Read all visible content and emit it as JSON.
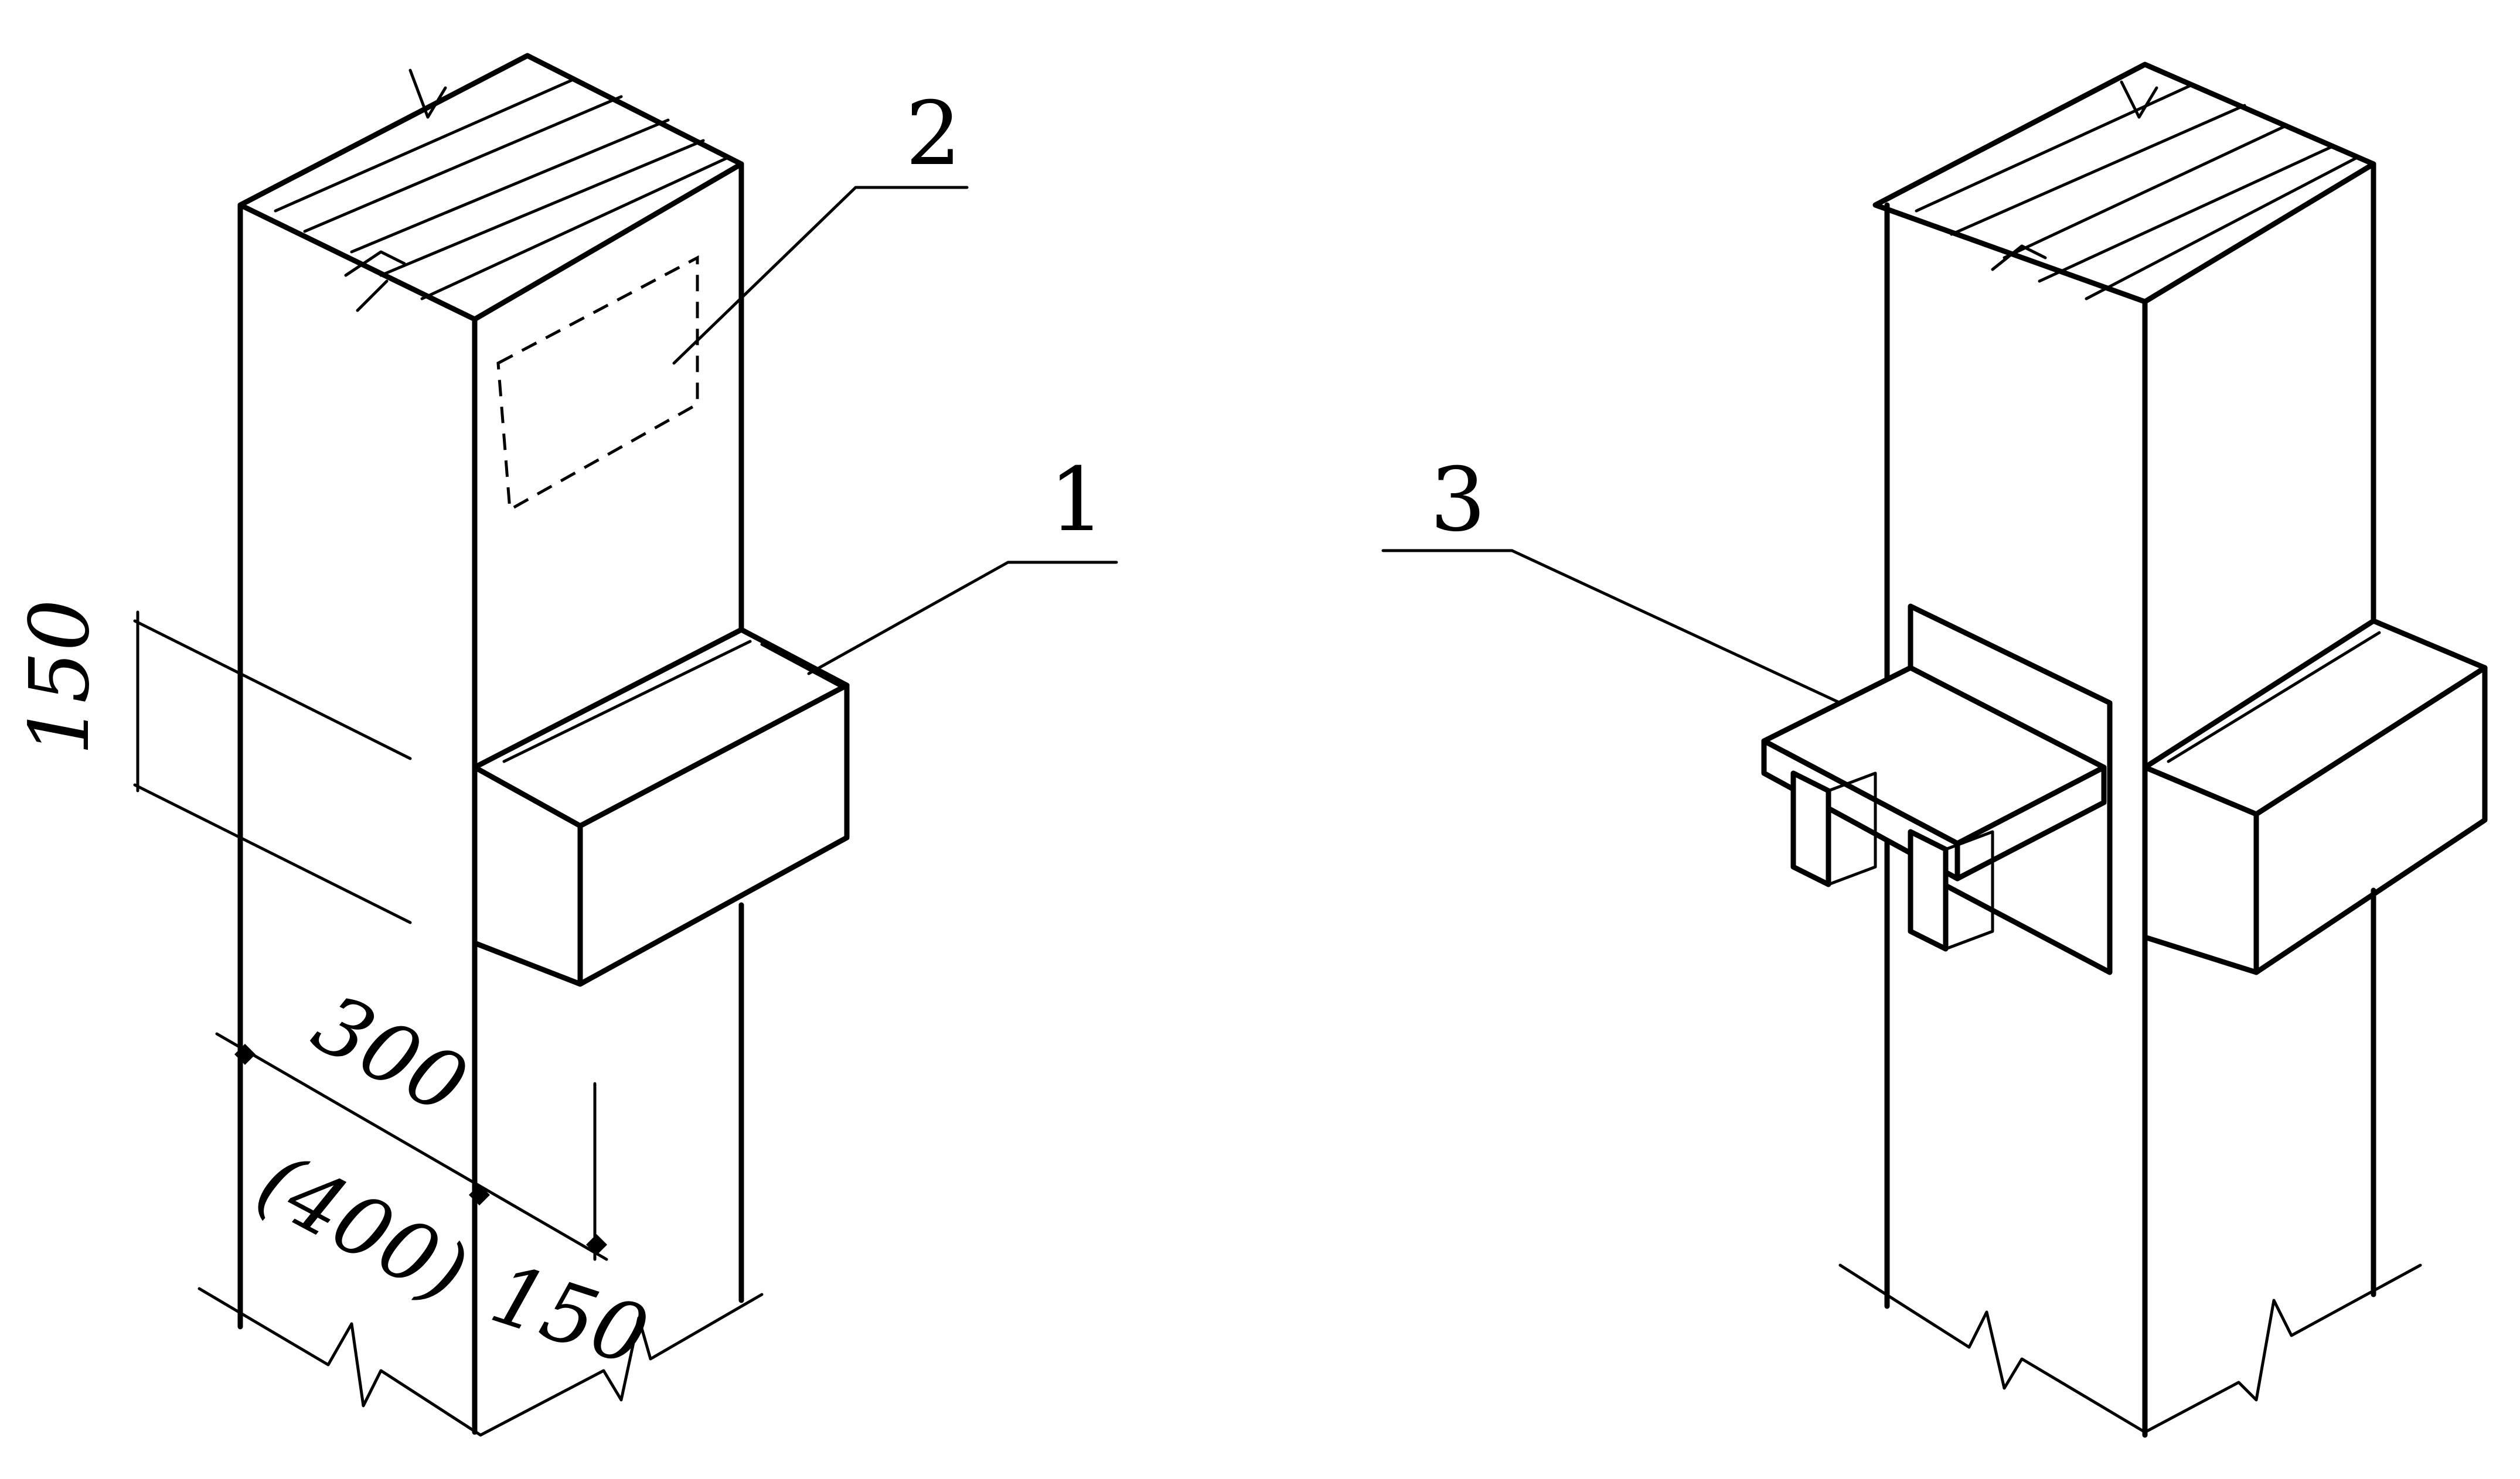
{
  "labels": {
    "callout_1": "1",
    "callout_2": "2",
    "callout_3": "3"
  },
  "dimensions": {
    "ledge_height": "150",
    "column_width": "300",
    "column_width_alt": "(400)",
    "ledge_depth": "150"
  }
}
